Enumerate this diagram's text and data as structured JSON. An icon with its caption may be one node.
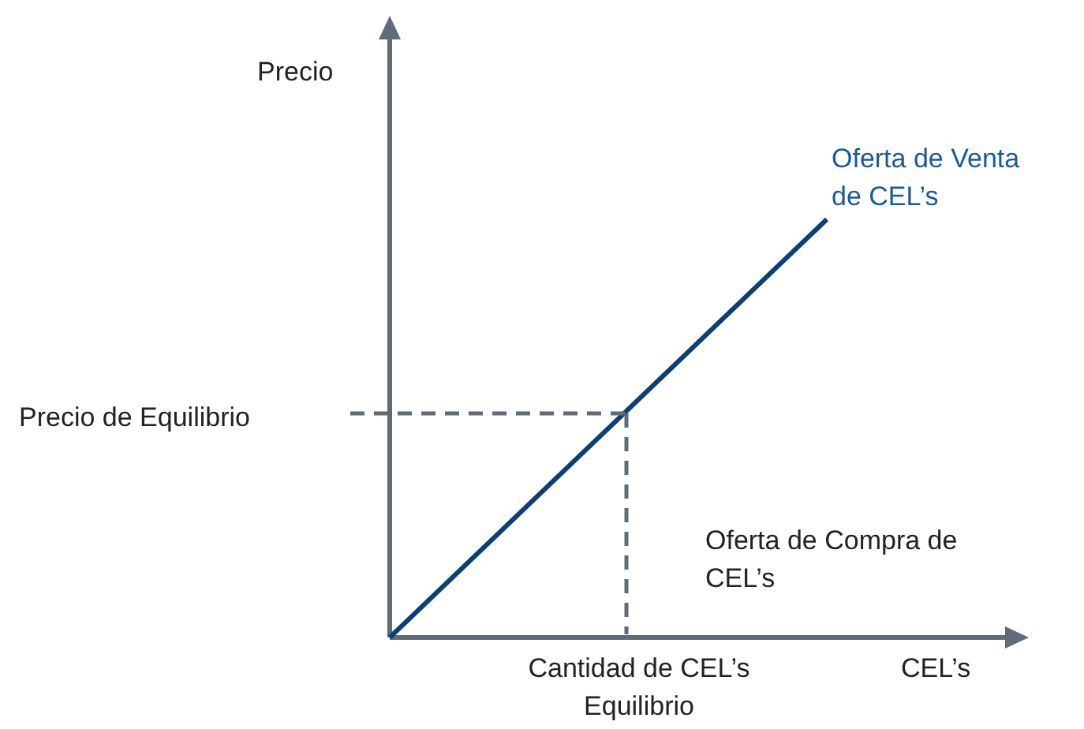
{
  "diagram": {
    "labels": [
      "Precio",
      "Oferta de Venta de CEL’s",
      "Precio de Equilibrio",
      "Oferta de Compra de CEL’s",
      "Cantidad de CEL’s Equilibrio",
      "CEL’s"
    ]
  }
}
